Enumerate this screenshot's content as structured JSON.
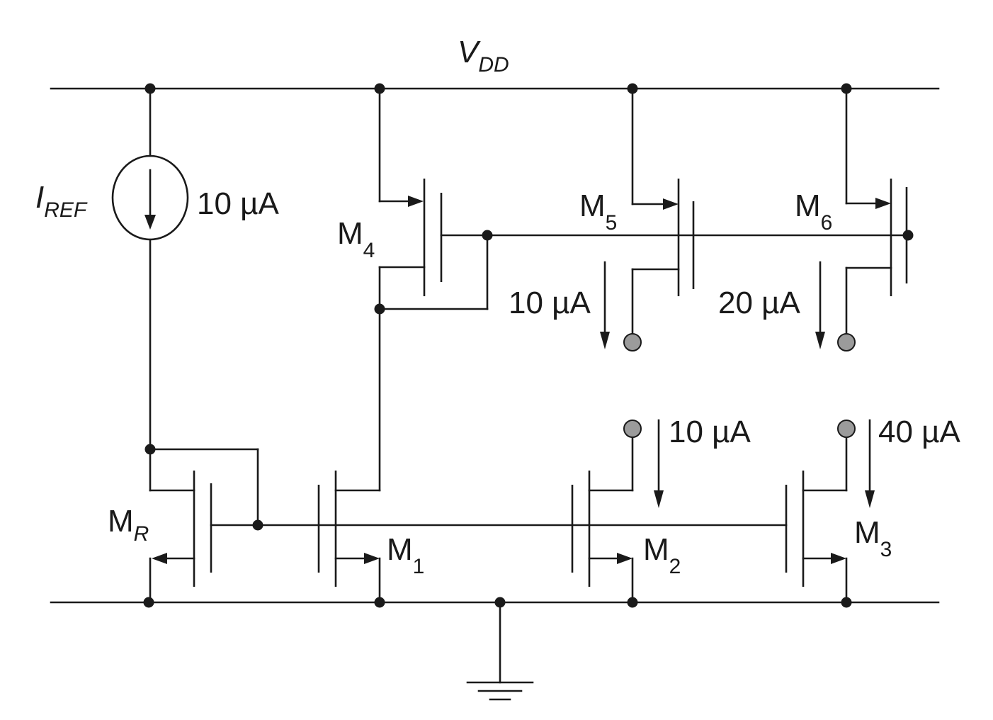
{
  "supply": {
    "name": "V",
    "sub": "DD"
  },
  "reference": {
    "name": "I",
    "sub": "REF",
    "value": "10 µA"
  },
  "transistors": {
    "mr": {
      "name": "M",
      "sub": "R"
    },
    "m1": {
      "name": "M",
      "sub": "1"
    },
    "m2": {
      "name": "M",
      "sub": "2"
    },
    "m3": {
      "name": "M",
      "sub": "3"
    },
    "m4": {
      "name": "M",
      "sub": "4"
    },
    "m5": {
      "name": "M",
      "sub": "5"
    },
    "m6": {
      "name": "M",
      "sub": "6"
    }
  },
  "currents": {
    "m5_out": "10 µA",
    "m6_out": "20 µA",
    "m2_out": "10 µA",
    "m3_out": "40 µA"
  },
  "colors": {
    "wire": "#1a1a1a",
    "terminal": "#9b9b9b",
    "background": "#ffffff"
  }
}
